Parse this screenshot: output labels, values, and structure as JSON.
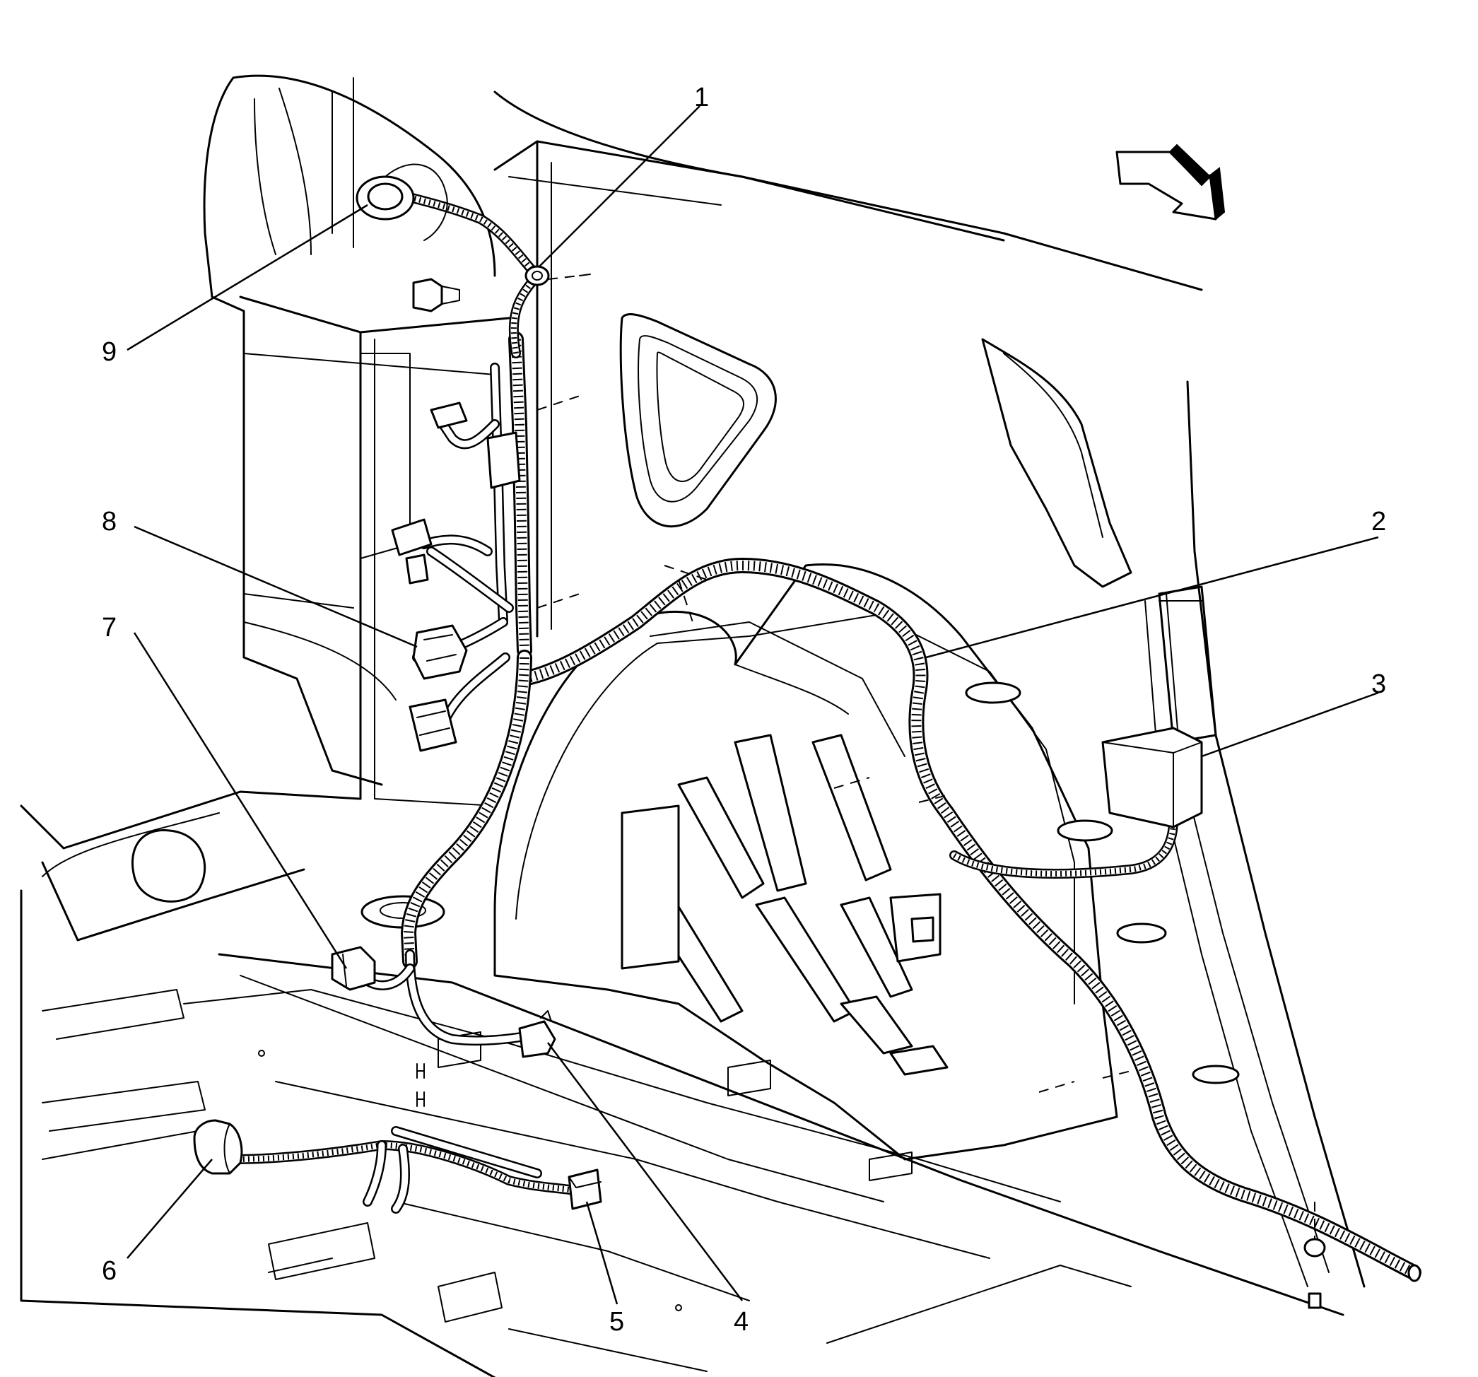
{
  "callouts": [
    {
      "id": "1",
      "label": "1"
    },
    {
      "id": "2",
      "label": "2"
    },
    {
      "id": "3",
      "label": "3"
    },
    {
      "id": "4",
      "label": "4"
    },
    {
      "id": "5",
      "label": "5"
    },
    {
      "id": "6",
      "label": "6"
    },
    {
      "id": "7",
      "label": "7"
    },
    {
      "id": "8",
      "label": "8"
    },
    {
      "id": "9",
      "label": "9"
    }
  ],
  "icons": {
    "direction_arrow": "forward-direction-arrow-icon"
  },
  "colors": {
    "line": "#000000",
    "background": "#ffffff"
  }
}
